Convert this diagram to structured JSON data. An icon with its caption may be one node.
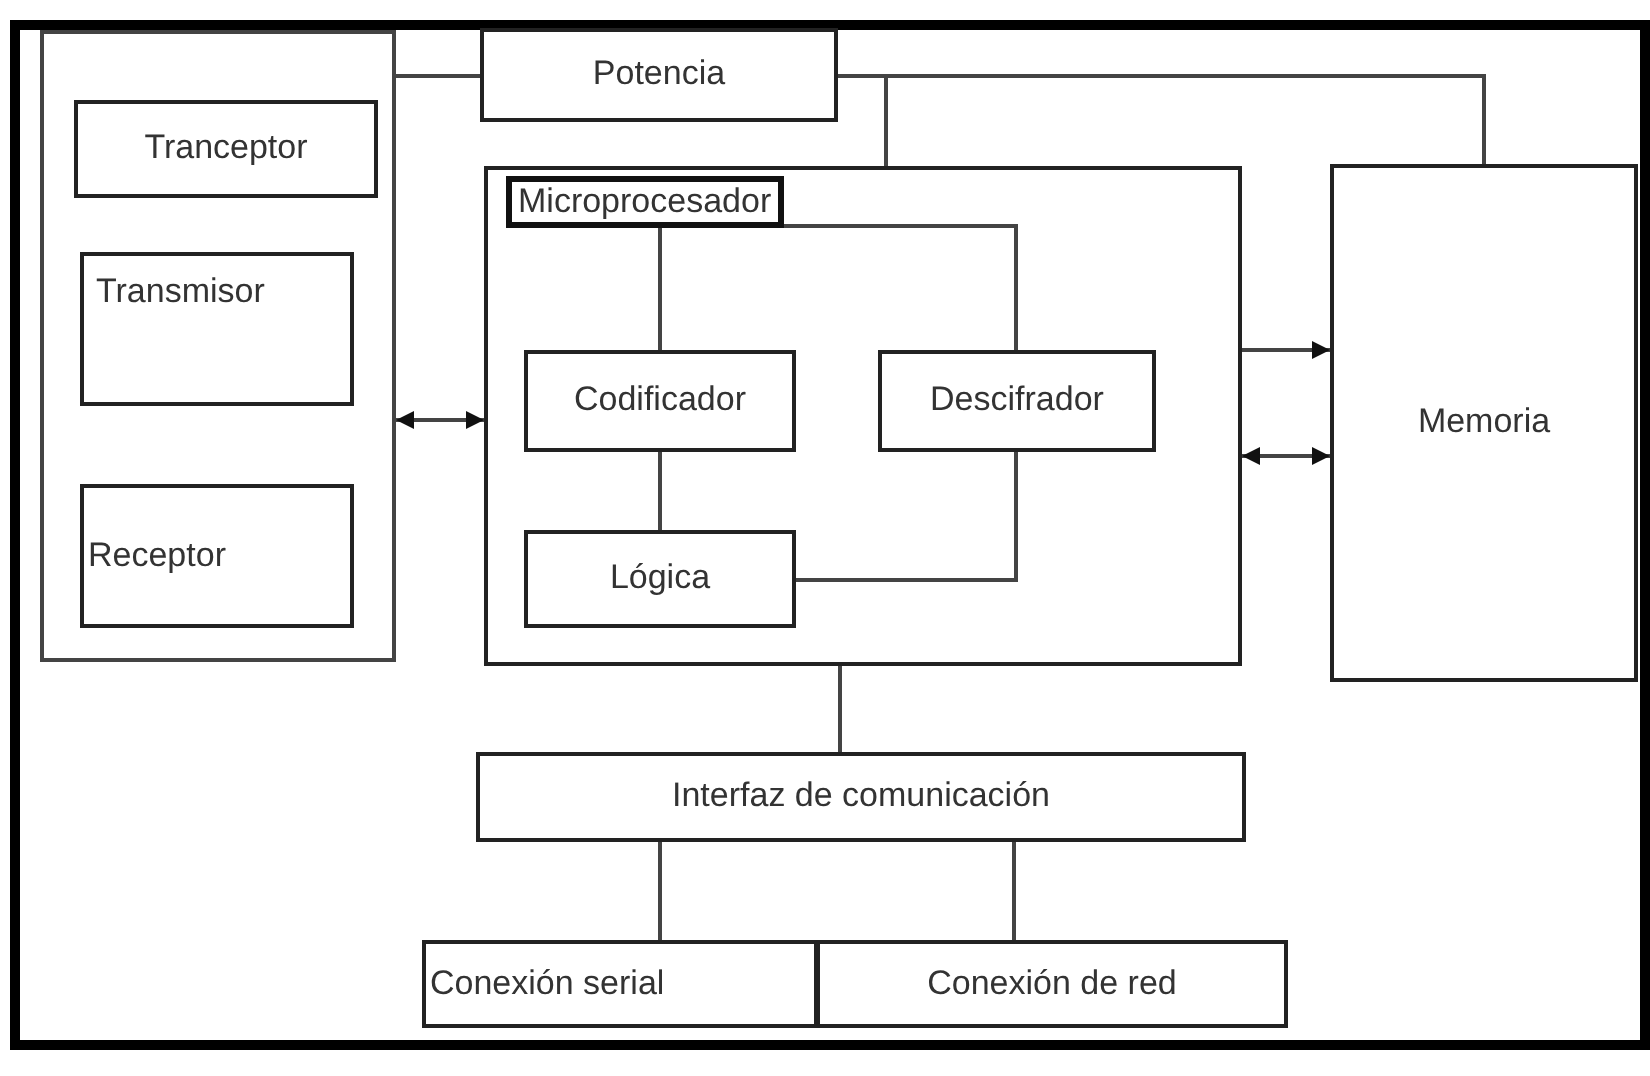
{
  "diagram": {
    "nodes": [
      {
        "text": [],
        "shape": "box"
      },
      {
        "text": [
          "Tranceptor"
        ],
        "in": 0
      },
      {
        "text": [
          "Transmisor"
        ],
        "in": 0
      },
      {
        "text": [
          "Receptor"
        ],
        "in": 0
      },
      {
        "text": [
          "Potencia"
        ]
      },
      {
        "text": [
          "Microprocesador"
        ]
      },
      {
        "text": [
          "Codificador"
        ],
        "in": 5
      },
      {
        "text": [
          "Descifrador"
        ],
        "in": 5
      },
      {
        "text": [
          "Lógica"
        ],
        "in": 5
      },
      {
        "text": [
          "Memoria"
        ]
      },
      {
        "text": [
          "Interfaz de comunicación"
        ]
      },
      {
        "text": [
          "Conexión serial"
        ]
      },
      {
        "text": [
          "Conexión de red"
        ]
      }
    ],
    "edges": [
      {
        "from": 0,
        "to": 4,
        "arrow": "none"
      },
      {
        "from": 4,
        "to": 9,
        "arrow": "none"
      },
      {
        "from": 4,
        "to": 5,
        "arrow": "none"
      },
      {
        "from": 0,
        "to": 5,
        "arrow": "both"
      },
      {
        "from": 5,
        "to": 9,
        "arrow": "to"
      },
      {
        "from": 5,
        "to": 9,
        "arrow": "both"
      },
      {
        "from": 6,
        "to": 7,
        "arrow": "none"
      },
      {
        "from": 6,
        "to": 8,
        "arrow": "none"
      },
      {
        "from": 7,
        "to": 8,
        "arrow": "none"
      },
      {
        "from": 5,
        "to": 10,
        "arrow": "none"
      },
      {
        "from": 10,
        "to": 11,
        "arrow": "none"
      },
      {
        "from": 10,
        "to": 12,
        "arrow": "none"
      }
    ]
  }
}
